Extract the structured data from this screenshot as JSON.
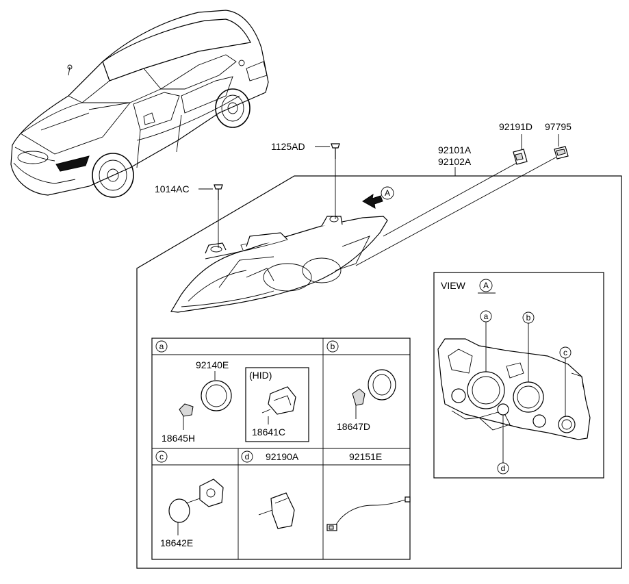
{
  "callouts": {
    "c1125AD": "1125AD",
    "c1014AC": "1014AC",
    "c92191D": "92191D",
    "c97795": "97795",
    "c92101A": "92101A",
    "c92102A": "92102A",
    "arrowA": "A"
  },
  "view": {
    "title": "VIEW",
    "letter": "A",
    "markers": [
      "a",
      "b",
      "c",
      "d"
    ]
  },
  "table": {
    "a": {
      "tag": "a",
      "p1": "92140E",
      "p2": "18645H",
      "hid_title": "(HID)",
      "hid_part": "18641C"
    },
    "b": {
      "tag": "b",
      "p1": "18647D"
    },
    "c": {
      "tag": "c",
      "p1": "18642E"
    },
    "d": {
      "tag": "d",
      "p1": "92190A"
    },
    "e": {
      "p1": "92151E"
    }
  }
}
